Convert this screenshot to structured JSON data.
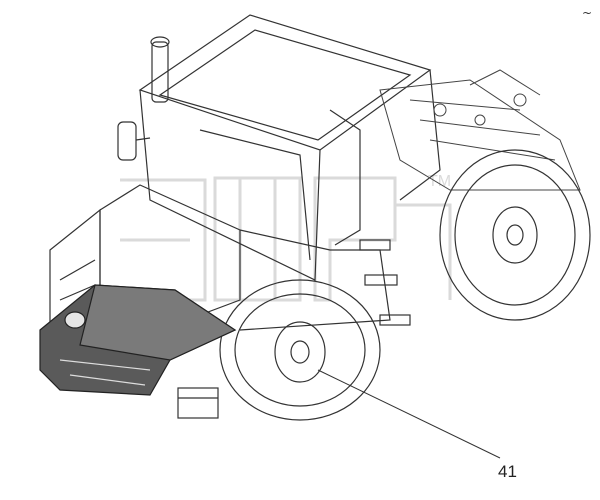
{
  "diagram": {
    "callout": {
      "number": "41"
    },
    "watermark": {
      "text": "ЭПЕР",
      "trademark": "TM"
    },
    "corner_mark": "~",
    "colors": {
      "line": "#333333",
      "highlight_fill": "#555555",
      "watermark": "#cfcfcf"
    }
  }
}
